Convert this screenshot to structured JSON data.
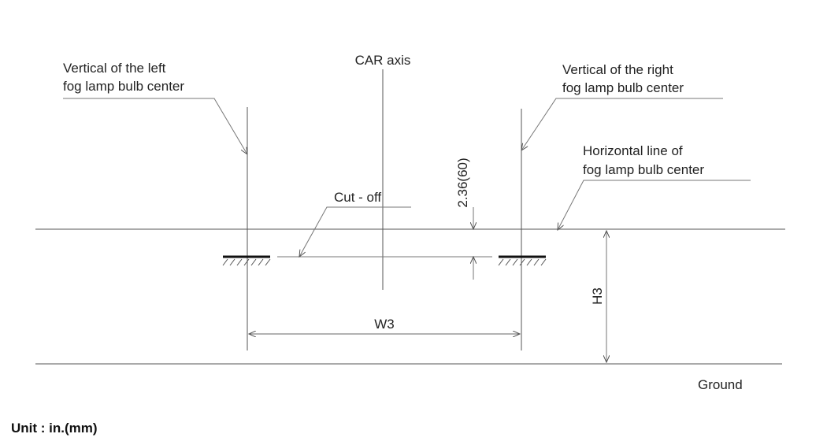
{
  "labels": {
    "left_fog_line1": "Vertical of the left",
    "left_fog_line2": "fog lamp bulb center",
    "car_axis": "CAR axis",
    "right_fog_line1": "Vertical of the right",
    "right_fog_line2": "fog lamp bulb center",
    "horizontal_line1": "Horizontal line of",
    "horizontal_line2": "fog lamp bulb center",
    "cutoff": "Cut - off",
    "offset_dimension": "2.36(60)",
    "width_dimension": "W3",
    "height_dimension": "H3",
    "ground": "Ground",
    "unit": "Unit : in.(mm)"
  }
}
